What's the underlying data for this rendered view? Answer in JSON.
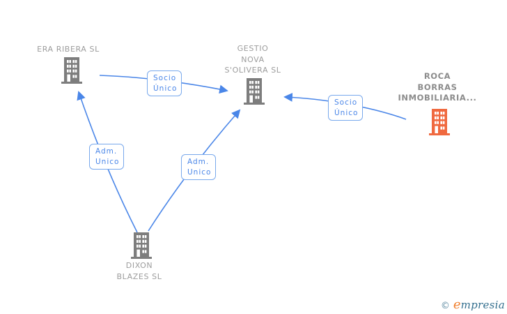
{
  "diagram": {
    "nodes": {
      "era": {
        "lines": [
          "ERA RIBERA SL"
        ]
      },
      "gestio": {
        "lines": [
          "GESTIO",
          "NOVA",
          "S'OLIVERA SL"
        ]
      },
      "roca": {
        "lines": [
          "ROCA",
          "BORRAS",
          "INMOBILIARIA..."
        ]
      },
      "dixon": {
        "lines": [
          "DIXON",
          "BLAZES SL"
        ]
      }
    },
    "edges": {
      "era_to_gestio": {
        "label_lines": [
          "Socio",
          "Único"
        ]
      },
      "roca_to_gestio": {
        "label_lines": [
          "Socio",
          "Único"
        ]
      },
      "dixon_to_era": {
        "label_lines": [
          "Adm.",
          "Unico"
        ]
      },
      "dixon_to_gestio": {
        "label_lines": [
          "Adm.",
          "Unico"
        ]
      }
    },
    "colors": {
      "edge_blue": "#4a86e8",
      "box_border_blue": "#78a8ec",
      "building_gray": "#7d7d7d",
      "building_orange": "#f0693f",
      "label_gray": "#9c9c9c"
    }
  },
  "footer": {
    "copyright": "©",
    "brand_first_letter": "e",
    "brand_rest": "mpresia"
  }
}
